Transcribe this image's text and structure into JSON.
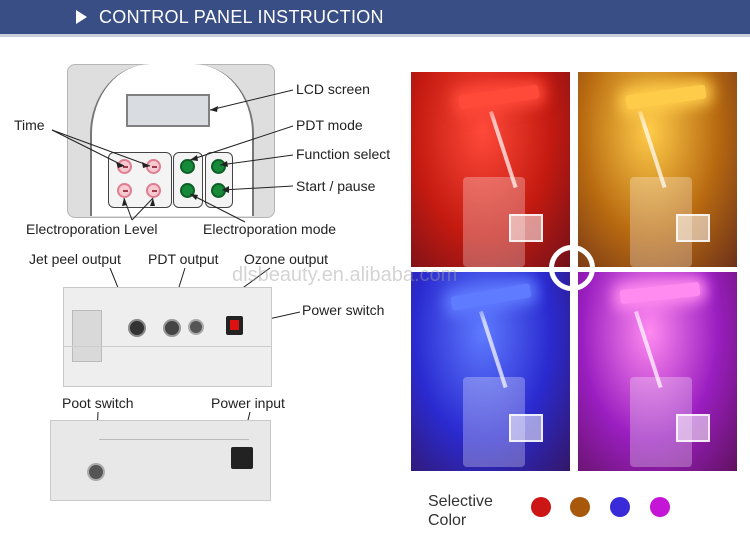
{
  "header": {
    "title": "CONTROL PANEL INSTRUCTION"
  },
  "panel_labels": {
    "lcd_screen": "LCD  screen",
    "time": "Time",
    "pdt_mode": "PDT mode",
    "function_select": "Function select",
    "start_pause": "Start / pause",
    "electroporation_level": "Electroporation  Level",
    "electroporation_mode": "Electroporation mode"
  },
  "output_labels": {
    "jet_peel_output": "Jet peel output",
    "pdt_output": "PDT output",
    "ozone_output": "Ozone output",
    "power_switch": "Power switch",
    "poot_switch": "Poot switch",
    "power_input": "Power input"
  },
  "watermark": "dlsbeauty.en.alibaba.com",
  "selective_color": {
    "label_line1": "Selective",
    "label_line2": "Color",
    "colors": [
      "#cc1515",
      "#a8580a",
      "#3a2bd9",
      "#c515d6"
    ]
  },
  "light_panels": [
    {
      "name": "red",
      "bg": "#c41a10",
      "lamp": "#ff4a3a"
    },
    {
      "name": "yellow",
      "bg": "#b86a10",
      "lamp": "#ffcc4a"
    },
    {
      "name": "blue",
      "bg": "#2a2ad0",
      "lamp": "#5f7bff"
    },
    {
      "name": "purple",
      "bg": "#9a1ec0",
      "lamp": "#ff8af0"
    }
  ]
}
